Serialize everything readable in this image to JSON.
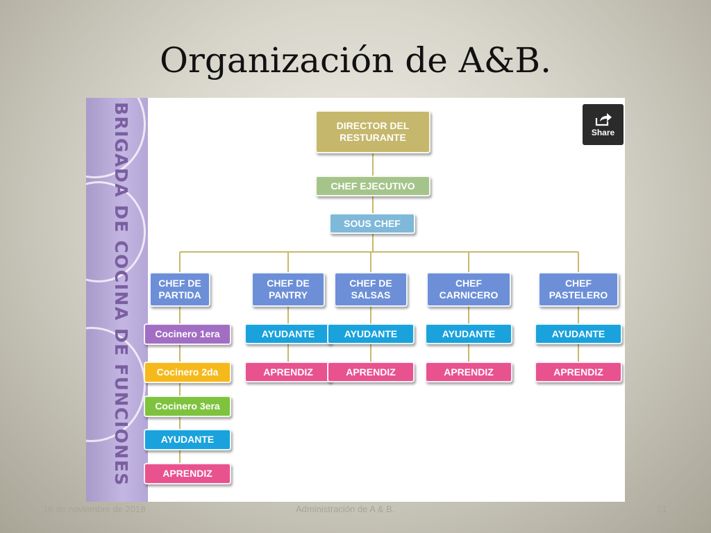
{
  "slide": {
    "title": "Organización de A&B.",
    "footer_date": "18 de noviembre de 2018",
    "footer_center": "Administración de A & B.",
    "footer_page": "21"
  },
  "figure": {
    "side_label": "BRIGADA DE COCINA DE FUNCIONES",
    "share_label": "Share",
    "share_icon": "share-arrow-icon"
  },
  "colors": {
    "gold": "#c5b76b",
    "green": "#a5c48a",
    "light_blue": "#7fb8d8",
    "blue": "#6c8fd8",
    "cyan": "#1aa2dd",
    "pink": "#e8528f",
    "purple": "#a26ec4",
    "yellow": "#f6b91c",
    "lime": "#7fc23e",
    "side_panel": "#b9abdb",
    "connector": "#c8b96a"
  },
  "org": {
    "director": "DIRECTOR DEL\nRESTURANTE",
    "executive": "CHEF EJECUTIVO",
    "sous": "SOUS CHEF",
    "chefs": [
      "CHEF DE\nPARTIDA",
      "CHEF DE\nPANTRY",
      "CHEF DE\nSALSAS",
      "CHEF\nCARNICERO",
      "CHEF\nPASTELERO"
    ],
    "partida_chain": [
      "Cocinero 1era",
      "Cocinero 2da",
      "Cocinero 3era",
      "AYUDANTE",
      "APRENDIZ"
    ],
    "helper": "AYUDANTE",
    "apprentice": "APRENDIZ"
  }
}
